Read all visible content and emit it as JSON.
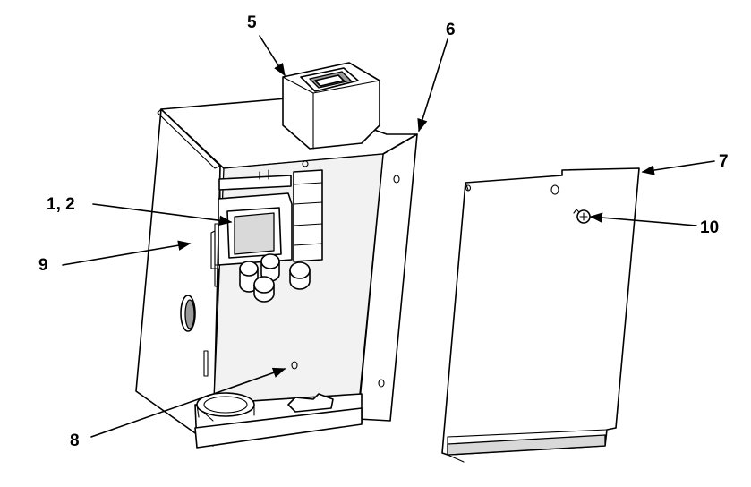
{
  "diagram": {
    "callouts": [
      {
        "id": "c5",
        "label": "5"
      },
      {
        "id": "c6",
        "label": "6"
      },
      {
        "id": "c7",
        "label": "7"
      },
      {
        "id": "c12",
        "label": "1, 2"
      },
      {
        "id": "c10",
        "label": "10"
      },
      {
        "id": "c9",
        "label": "9"
      },
      {
        "id": "c8",
        "label": "8"
      }
    ]
  }
}
